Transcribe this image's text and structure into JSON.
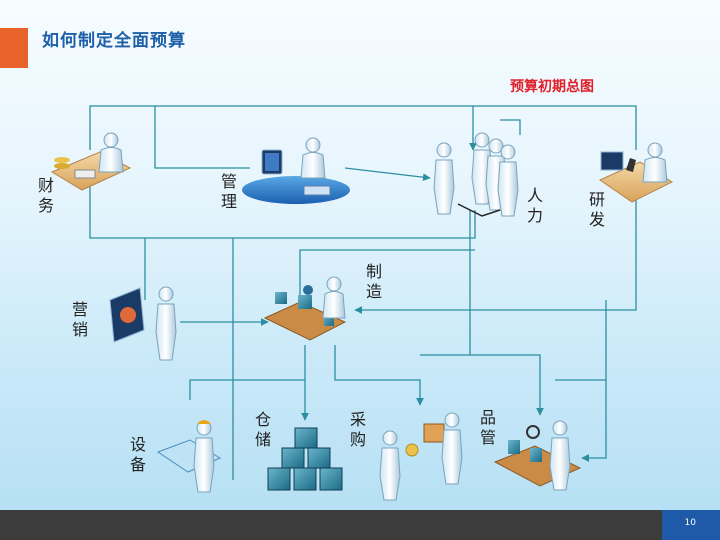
{
  "header": {
    "title": "如何制定全面预算"
  },
  "diagram": {
    "title": "预算初期总图",
    "nodes": {
      "finance": "财务",
      "management": "管理",
      "hr": "人力",
      "rnd": "研发",
      "manufacturing": "制造",
      "marketing": "营销",
      "equipment": "设备",
      "warehouse": "仓储",
      "procurement": "采购",
      "quality": "品管"
    }
  },
  "footer": {
    "page_number": "10"
  }
}
